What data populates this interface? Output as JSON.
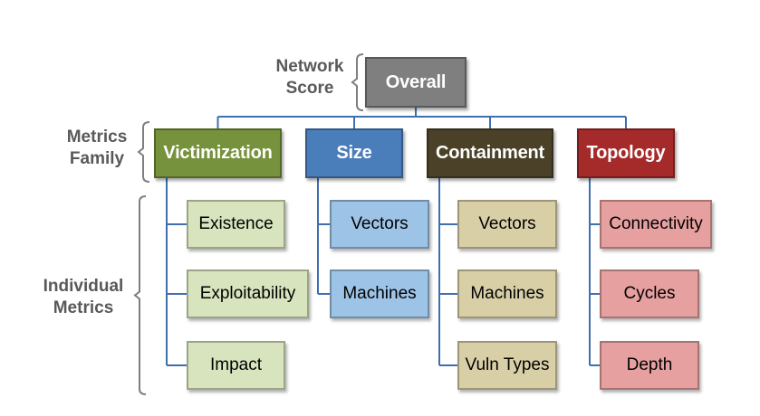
{
  "side_labels": {
    "network_score": "Network\nScore",
    "metrics_family": "Metrics\nFamily",
    "individual_metrics": "Individual\nMetrics"
  },
  "root": {
    "label": "Overall",
    "color": "#7f7f7f"
  },
  "families": [
    {
      "label": "Victimization",
      "color": "#76923c",
      "leaf_color": "#d7e4bd",
      "children": [
        "Existence",
        "Exploitability",
        "Impact"
      ]
    },
    {
      "label": "Size",
      "color": "#4a7ebb",
      "leaf_color": "#9dc3e6",
      "children": [
        "Vectors",
        "Machines"
      ]
    },
    {
      "label": "Containment",
      "color": "#4a4128",
      "leaf_color": "#d9cfa7",
      "children": [
        "Vectors",
        "Machines",
        "Vuln Types"
      ]
    },
    {
      "label": "Topology",
      "color": "#a52a2a",
      "leaf_color": "#e6a0a0",
      "children": [
        "Connectivity",
        "Cycles",
        "Depth"
      ]
    }
  ],
  "connector_color": "#3f6fb0",
  "bracket_color": "#7f7f7f"
}
